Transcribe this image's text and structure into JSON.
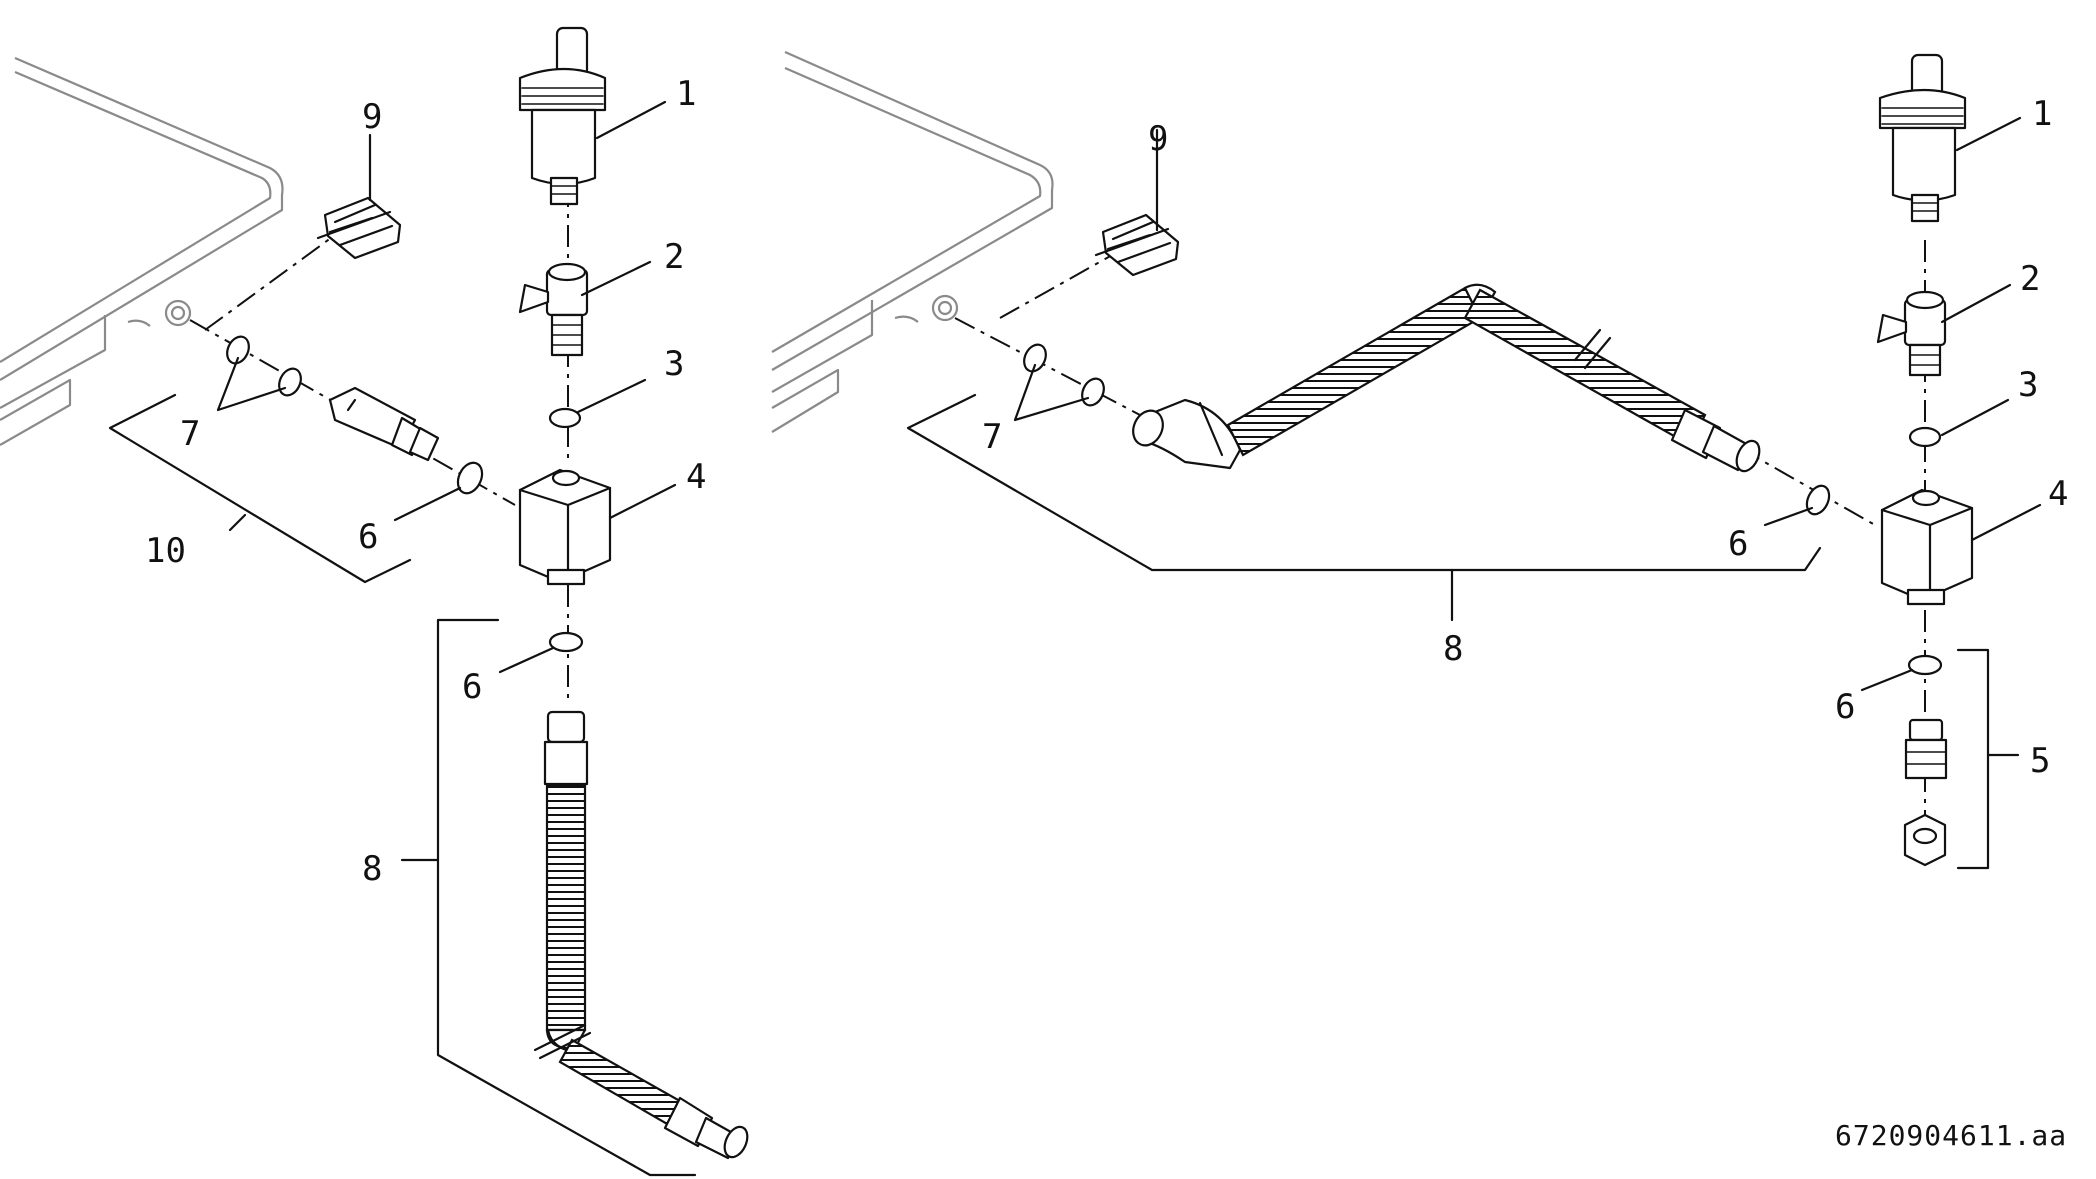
{
  "callouts": {
    "left_1": "1",
    "left_2": "2",
    "left_3": "3",
    "left_4": "4",
    "left_6a": "6",
    "left_6b": "6",
    "left_7": "7",
    "left_8": "8",
    "left_9": "9",
    "left_10": "10",
    "right_1": "1",
    "right_2": "2",
    "right_3": "3",
    "right_4": "4",
    "right_5": "5",
    "right_6a": "6",
    "right_6b": "6",
    "right_7": "7",
    "right_8": "8",
    "right_9": "9"
  },
  "figure_code": "6720904611.aa"
}
